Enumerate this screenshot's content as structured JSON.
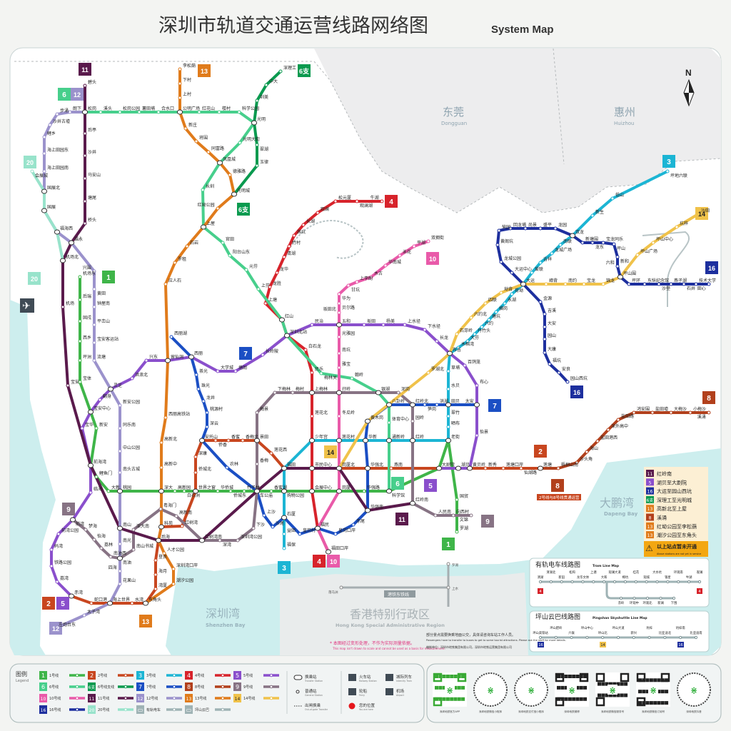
{
  "title": {
    "zh": "深圳市轨道交通运营线路网络图",
    "en": "System Map"
  },
  "compass": "N",
  "regions": [
    {
      "zh": "东莞",
      "en": "Dongguan"
    },
    {
      "zh": "惠州",
      "en": "Huizhou"
    },
    {
      "zh": "深圳湾",
      "en": "Shenzhen Bay"
    },
    {
      "zh": "大鹏湾",
      "en": "Dapeng Bay"
    },
    {
      "zh": "香港特别行政区",
      "en": "Hong Kong Special Administrative Region"
    }
  ],
  "hk_rail": {
    "label": "港铁东铁线",
    "stations": [
      "落马洲",
      "上水",
      "罗湖"
    ]
  },
  "line8_note": "2号线与8号线贯通运营",
  "lines": [
    {
      "badge": "1",
      "name": "1号线",
      "color": "#3fb549",
      "stations": [
        "机场东",
        "后瑞",
        "固戍",
        "西乡",
        "坪洲",
        "宝体",
        "宝安中心",
        "新安",
        "前海湾",
        "鲤鱼门",
        "大新",
        "桃园",
        "深大",
        "高新园",
        "白石洲",
        "世界之窗",
        "华侨城",
        "侨城东",
        "竹子林",
        "车公庙",
        "香蜜湖",
        "购物公园",
        "会展中心",
        "岗厦",
        "华强路",
        "科学馆",
        "大剧院",
        "老街",
        "国贸",
        "罗湖"
      ]
    },
    {
      "badge": "2",
      "name": "2号线",
      "color": "#c8461f",
      "stations": [
        "赤湾",
        "蛇口港",
        "海上世界",
        "水湾",
        "东角头",
        "湾厦",
        "海月",
        "登良",
        "后海",
        "科苑",
        "红树湾",
        "世界之窗",
        "侨城北",
        "深康",
        "安托山",
        "侨香",
        "香蜜",
        "香梅北",
        "景田",
        "莲花西",
        "福田",
        "市民中心",
        "岗厦北",
        "华强北",
        "燕南",
        "大剧院",
        "湖贝",
        "黄贝岭",
        "新秀",
        "莲塘口岸",
        "仙湖路",
        "莲塘"
      ]
    },
    {
      "badge": "3",
      "name": "3号线",
      "color": "#1cb5d4",
      "stations": [
        "福保",
        "益田",
        "石厦",
        "购物公园",
        "福田",
        "少年宫",
        "莲花村",
        "华新",
        "通新岭",
        "红岭",
        "老街",
        "晒布",
        "翠竹",
        "田贝",
        "水贝",
        "草埔",
        "布吉",
        "木棉湾",
        "大芬",
        "丹竹头",
        "六约",
        "塘坑",
        "横岗",
        "永湖",
        "荷坳",
        "大运",
        "爱联",
        "吉祥",
        "龙城广场",
        "南联",
        "双龙",
        "新生",
        "低山",
        "坪地六联"
      ]
    },
    {
      "badge": "4",
      "name": "4号线",
      "color": "#d7232b",
      "stations": [
        "牛湖",
        "观澜湖",
        "松元厦",
        "观澜",
        "长湖",
        "茜坑",
        "竹村",
        "清湖",
        "龙华",
        "龙胜",
        "上塘",
        "红山",
        "深圳北站",
        "白石龙",
        "民乐",
        "上梅林",
        "莲花北",
        "少年宫",
        "市民中心",
        "会展中心",
        "福民",
        "福田口岸"
      ]
    },
    {
      "badge": "5",
      "name": "5号线",
      "color": "#8a4fcc",
      "stations": [
        "赤湾",
        "荔湾",
        "铁路公园",
        "妈湾",
        "前湾公园",
        "前湾",
        "临海",
        "前海湾",
        "宝华",
        "宝安中心",
        "翻身",
        "灵芝",
        "洪浪北",
        "兴东",
        "留仙洞",
        "西丽",
        "大学城",
        "塘朗",
        "长岭陂",
        "深圳北站",
        "民治",
        "五和",
        "坂田",
        "杨美",
        "上水径",
        "下水径",
        "长龙",
        "布吉",
        "百鸽笼",
        "布心",
        "太安",
        "怡景",
        "黄贝岭",
        "湖贝",
        "大剧院"
      ]
    },
    {
      "badge": "6",
      "name": "6号线",
      "color": "#47cf8c",
      "stations": [
        "松岗",
        "溪头",
        "松岗公园",
        "薯田埔",
        "合水口",
        "公明广场",
        "红花山",
        "楼村",
        "科学公园",
        "光明",
        "光明大街",
        "凤凰城",
        "长圳",
        "上屋",
        "官田",
        "阳台山东",
        "元芬",
        "上芬",
        "红山",
        "深圳北站",
        "梅林关",
        "翰岭",
        "银湖",
        "八卦岭",
        "体育中心",
        "通新岭",
        "科学馆"
      ]
    },
    {
      "badge": "6支",
      "name": "6号线支线",
      "color": "#0a9a4f",
      "stations": [
        "深理工",
        "中大",
        "圳美",
        "光明",
        "翠湖",
        "玉律",
        "光明城"
      ]
    },
    {
      "badge": "7",
      "name": "7号线",
      "color": "#1b4fc4",
      "stations": [
        "西丽湖",
        "西丽",
        "茶光",
        "珠光",
        "龙井",
        "桃源村",
        "深云",
        "安托山",
        "农林",
        "车公庙",
        "上沙",
        "沙尾",
        "石厦",
        "皇岗村",
        "福民",
        "皇岗口岸",
        "赤尾",
        "华强南",
        "华强北",
        "华新",
        "黄木岗",
        "八卦岭",
        "红岭北",
        "笋岗",
        "洪湖",
        "田贝",
        "太安"
      ]
    },
    {
      "badge": "8",
      "name": "8号线",
      "color": "#b2401c",
      "stations": [
        "莲塘",
        "梧桐山南",
        "沙头角",
        "海山",
        "盐田港西",
        "深外高中",
        "盐田路",
        "鸿安围",
        "盐田墟",
        "大梅沙",
        "小梅沙",
        "溪涌"
      ]
    },
    {
      "badge": "9",
      "name": "9号线",
      "color": "#877384",
      "stations": [
        "前湾",
        "梦海",
        "怡海",
        "荔林",
        "南油西",
        "南油",
        "南山书城",
        "深大南",
        "粤海门",
        "高新南",
        "红树湾南",
        "深湾",
        "深圳湾公园",
        "下沙",
        "车公庙",
        "香梅",
        "景田",
        "梅景",
        "下梅林",
        "梅村",
        "上梅林",
        "孖岭",
        "银湖",
        "泥岗",
        "红岭北",
        "园岭",
        "红岭",
        "红岭南",
        "人民南",
        "向西村",
        "文锦"
      ]
    },
    {
      "badge": "10",
      "name": "10号线",
      "color": "#e95aa9",
      "stations": [
        "双拥街",
        "平湖",
        "禾花",
        "华南城",
        "木古",
        "上李朗",
        "甘坑",
        "华为",
        "贝尔路",
        "坂田北",
        "五和",
        "光雅园",
        "南坑",
        "雅宝",
        "孖岭",
        "冬瓜岭",
        "莲花村",
        "岗厦北",
        "岗厦",
        "福民",
        "福田口岸"
      ]
    },
    {
      "badge": "11",
      "name": "11号线",
      "color": "#5a1a4c",
      "stations": [
        "碧头",
        "松岗",
        "后亭",
        "沙井",
        "马安山",
        "塘尾",
        "桥头",
        "福永",
        "机场北",
        "机场",
        "宝安",
        "前海湾",
        "南山",
        "后海",
        "红树湾南",
        "车公庙",
        "福田",
        "岗厦北",
        "华强南",
        "红岭南"
      ]
    },
    {
      "badge": "12",
      "name": "12号线",
      "color": "#9b92cc",
      "stations": [
        "左炮台东",
        "太子湾",
        "海上世界",
        "花果山",
        "四海",
        "南油",
        "南光",
        "南山",
        "桃园",
        "南头古城",
        "中山公园",
        "同乐南",
        "新安公园",
        "灵芝",
        "流塘",
        "宝安客运站",
        "平峦山",
        "钟屋南",
        "黄田",
        "兴围",
        "福永",
        "福海西",
        "国展",
        "国展北",
        "海上田园南",
        "海上田园东",
        "鲤乡",
        "沙井古墟",
        "步涌",
        "朗下",
        "松岗"
      ]
    },
    {
      "badge": "13",
      "name": "13号线",
      "color": "#e07b1b",
      "stations": [
        "李松蓢",
        "下村",
        "上村",
        "公明广场",
        "新庄",
        "将围",
        "同富路",
        "凤凰城",
        "德雅路",
        "光明城",
        "红坳公园",
        "上屋",
        "石岩",
        "罗租",
        "应人石",
        "留仙洞",
        "西丽高铁站",
        "高新北",
        "高新中",
        "深大",
        "科苑",
        "后海",
        "人才公园",
        "深圳湾口岸",
        "潮汐公园",
        "东角头"
      ]
    },
    {
      "badge": "14",
      "name": "14号线",
      "color": "#f0c24a",
      "stations": [
        "岗厦北",
        "黄木岗",
        "罗湖北",
        "布吉",
        "石芽岭",
        "六约北",
        "四联",
        "坳背",
        "大运",
        "嶂背",
        "南约",
        "宝龙",
        "锦龙",
        "坪山围",
        "坪山广场",
        "坪山中心",
        "坑梓",
        "沙田"
      ]
    },
    {
      "badge": "16",
      "name": "16号线",
      "color": "#1d2f9e",
      "stations": [
        "大运",
        "大运中心",
        "龙城公园",
        "黄阁坑",
        "愉园",
        "回龙埔",
        "尚景",
        "盛平",
        "龙园",
        "双龙",
        "新塘围",
        "龙东",
        "宝龙同乐",
        "坪山",
        "新和",
        "六和",
        "坪山围",
        "坪环",
        "东纵纪念馆",
        "沙壆",
        "燕子湖",
        "石井",
        "技术大学",
        "田心"
      ],
      "branch_stations": [
        "大运",
        "金源",
        "吉溪",
        "大安",
        "园山",
        "大康",
        "福坑",
        "安良",
        "园山西坑"
      ]
    },
    {
      "badge": "20",
      "name": "20号线",
      "color": "#98e3cb",
      "stations": [
        "会展城",
        "国展北",
        "国展",
        "福海西",
        "机场北"
      ]
    }
  ],
  "pending": {
    "items": [
      {
        "badge": "11",
        "color": "#5a1a4c",
        "text": "红岭南"
      },
      {
        "badge": "5",
        "color": "#8a4fcc",
        "text": "湖贝至大剧院"
      },
      {
        "badge": "16",
        "color": "#1d2f9e",
        "text": "大运至园山西坑"
      },
      {
        "badge": "6支",
        "color": "#0a9a4f",
        "text": "深理工至光明城"
      },
      {
        "badge": "13",
        "color": "#e07b1b",
        "text": "高新北至上屋"
      },
      {
        "badge": "8",
        "color": "#b2401c",
        "text": "溪涌"
      },
      {
        "badge": "13",
        "color": "#e07b1b",
        "text": "红坳公园至李松蓢"
      },
      {
        "badge": "13",
        "color": "#e07b1b",
        "text": "潮汐公园至东角头"
      }
    ],
    "warning": "以上站点暂未开通",
    "warning_en": "Above stations are not yet in service"
  },
  "tram": {
    "title": "有轨电车线路图",
    "title_en": "Tram Line Map",
    "stations": [
      "清湖",
      "清湖北",
      "新田",
      "松和",
      "龙华文体",
      "上塘",
      "大和",
      "观澜大道",
      "樟坑",
      "桂花",
      "观城",
      "大水坑",
      "银星",
      "环观南",
      "牛湖",
      "观澜"
    ],
    "branch": [
      "赤岭",
      "环观中",
      "环观北",
      "新澜",
      "下围"
    ],
    "badges": [
      "4",
      "4"
    ]
  },
  "skyshuttle": {
    "title": "坪山云巴线路图",
    "title_en": "Pingshan Skyshuttle Line Map",
    "stations": [
      "坪山高铁站",
      "坪山碧岭",
      "六联",
      "坪山中心",
      "坪山北",
      "坪山大道",
      "新兴",
      "坑梓",
      "比亚迪北",
      "坑梓南",
      "比亚迪南"
    ],
    "badges": [
      "16",
      "14",
      "16"
    ]
  },
  "legend": {
    "title": "图例",
    "title_en": "Legend",
    "lines": [
      {
        "badge": "1",
        "label": "1号线",
        "color": "#3fb549"
      },
      {
        "badge": "2",
        "label": "2号线",
        "color": "#c8461f"
      },
      {
        "badge": "3",
        "label": "3号线",
        "color": "#1cb5d4"
      },
      {
        "badge": "4",
        "label": "4号线",
        "color": "#d7232b"
      },
      {
        "badge": "5",
        "label": "5号线",
        "color": "#8a4fcc"
      },
      {
        "badge": "6",
        "label": "6号线",
        "color": "#47cf8c"
      },
      {
        "badge": "6支",
        "label": "6号线支线",
        "color": "#0a9a4f"
      },
      {
        "badge": "7",
        "label": "7号线",
        "color": "#1b4fc4"
      },
      {
        "badge": "8",
        "label": "8号线",
        "color": "#b2401c"
      },
      {
        "badge": "9",
        "label": "9号线",
        "color": "#877384"
      },
      {
        "badge": "10",
        "label": "10号线",
        "color": "#e95aa9"
      },
      {
        "badge": "11",
        "label": "11号线",
        "color": "#5a1a4c"
      },
      {
        "badge": "12",
        "label": "12号线",
        "color": "#9b92cc"
      },
      {
        "badge": "13",
        "label": "13号线",
        "color": "#e07b1b"
      },
      {
        "badge": "14",
        "label": "14号线",
        "color": "#f0c24a"
      },
      {
        "badge": "16",
        "label": "16号线",
        "color": "#1d2f9e"
      },
      {
        "badge": "20",
        "label": "20号线",
        "color": "#98e3cb"
      },
      {
        "badge": "▭",
        "label": "有轨电车",
        "color": "#9fb3b5"
      },
      {
        "badge": "▭",
        "label": "坪山云巴",
        "color": "#9fb3b5"
      }
    ],
    "symbols": [
      {
        "icon": "transfer-station",
        "label": "换乘站",
        "en": "Transfer Station"
      },
      {
        "icon": "general-station",
        "label": "普通站",
        "en": "General Station"
      },
      {
        "icon": "out-of-gate-transfer",
        "label": "出闸换乘",
        "en": "Out-of-gate Transfer"
      },
      {
        "icon": "railway-station",
        "label": "火车站",
        "en": "Railway Station"
      },
      {
        "icon": "ferry",
        "label": "轮船",
        "en": "Ferry"
      },
      {
        "icon": "you-are-here",
        "label": "您的位置",
        "en": "You are here"
      },
      {
        "icon": "intercity-train",
        "label": "城际列车",
        "en": "Intercity Train"
      },
      {
        "icon": "airport",
        "label": "机场",
        "en": "Airport"
      }
    ]
  },
  "notes": {
    "disclaimer": "* 本图经过变形处理，不作为实际测量依据。",
    "disclaimer_en": "This map isn't drawn to scale and cannot be used as a basis for measurement.",
    "transfer": "部分景点需要换乘地面公交，具体请咨询车站工作人员。",
    "transfer_en": "Passengers have to transfer to buses to get to some tourist attractions. Please ask the staff for more details.",
    "publisher": "编制单位：深圳市地铁集团有限公司，深圳市地铁运营集团有限公司"
  },
  "qr_captions": [
    "深圳地铁官方APP",
    "深圳地铁微信小程序",
    "深圳地铁支付宝小程序",
    "深圳地铁微博",
    "深圳地铁微信服务号",
    "深圳地铁微信订阅号",
    "深圳地铁抖音"
  ]
}
